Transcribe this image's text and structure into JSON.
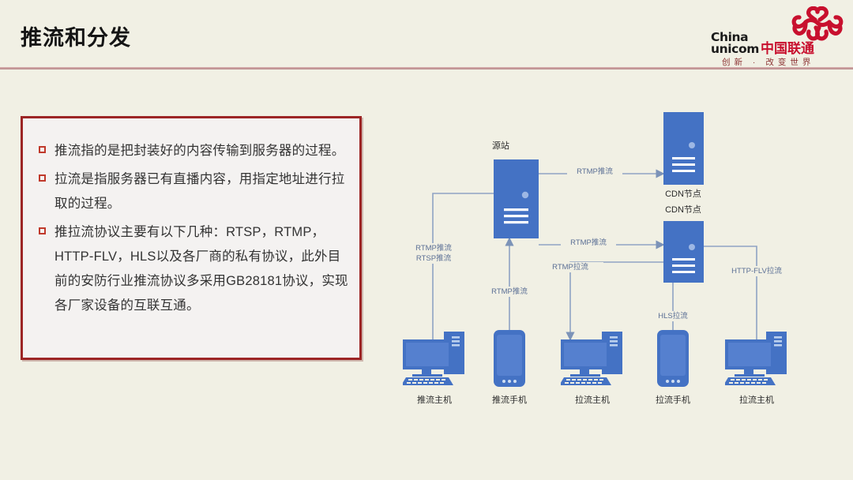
{
  "slide": {
    "title": "推流和分发",
    "background_color": "#F1F0E4",
    "rule_color": "#C69A9A"
  },
  "logo": {
    "brand_line1": "China",
    "brand_line2": "unicom",
    "brand_cn": "中国联通",
    "tagline": "创新 · 改变世界",
    "knot_color": "#C8102E",
    "text_color": "#1B1B1B"
  },
  "text_panel": {
    "border_color": "#9C2525",
    "fill_color": "#F4F2F1",
    "bullet_marker_color": "#C0392B",
    "bullets": [
      "推流指的是把封装好的内容传输到服务器的过程。",
      "拉流是指服务器已有直播内容，用指定地址进行拉取的过程。",
      "推拉流协议主要有以下几种：RTSP，RTMP，HTTP-FLV，HLS以及各厂商的私有协议，此外目前的安防行业推流协议多采用GB28181协议，实现各厂家设备的互联互通。"
    ]
  },
  "diagram": {
    "node_color": "#4472C4",
    "edge_color": "#8FA3C4",
    "nodes": [
      {
        "id": "origin",
        "label": "源站",
        "type": "server"
      },
      {
        "id": "cdn-top",
        "label": "CDN节点",
        "type": "server"
      },
      {
        "id": "cdn-mid",
        "label": "CDN节点",
        "type": "server"
      }
    ],
    "devices": [
      {
        "id": "push-pc",
        "label": "推流主机",
        "type": "desktop"
      },
      {
        "id": "push-phone",
        "label": "推流手机",
        "type": "phone"
      },
      {
        "id": "pull-pc-1",
        "label": "拉流主机",
        "type": "desktop"
      },
      {
        "id": "pull-phone",
        "label": "拉流手机",
        "type": "phone"
      },
      {
        "id": "pull-pc-2",
        "label": "拉流主机",
        "type": "desktop"
      }
    ],
    "edges": [
      {
        "id": "push-pc-to-origin",
        "label": "RTMP推流\nRTSP推流"
      },
      {
        "id": "push-phone-to-origin",
        "label": "RTMP推流"
      },
      {
        "id": "origin-to-cdn-top",
        "label": "RTMP推流"
      },
      {
        "id": "origin-to-cdn-mid",
        "label": "RTMP推流"
      },
      {
        "id": "cdn-mid-to-pull-pc-1",
        "label": "RTMP拉流"
      },
      {
        "id": "cdn-mid-to-pull-phone",
        "label": "HLS拉流"
      },
      {
        "id": "cdn-mid-to-pull-pc-2",
        "label": "HTTP-FLV拉流"
      }
    ],
    "edge_labels": {
      "push_pc_line1": "RTMP推流",
      "push_pc_line2": "RTSP推流",
      "push_phone": "RTMP推流",
      "origin_to_cdn_top": "RTMP推流",
      "origin_to_cdn_mid": "RTMP推流",
      "rtmp_pull": "RTMP拉流",
      "hls_pull": "HLS拉流",
      "httpflv_pull": "HTTP-FLV拉流"
    }
  }
}
